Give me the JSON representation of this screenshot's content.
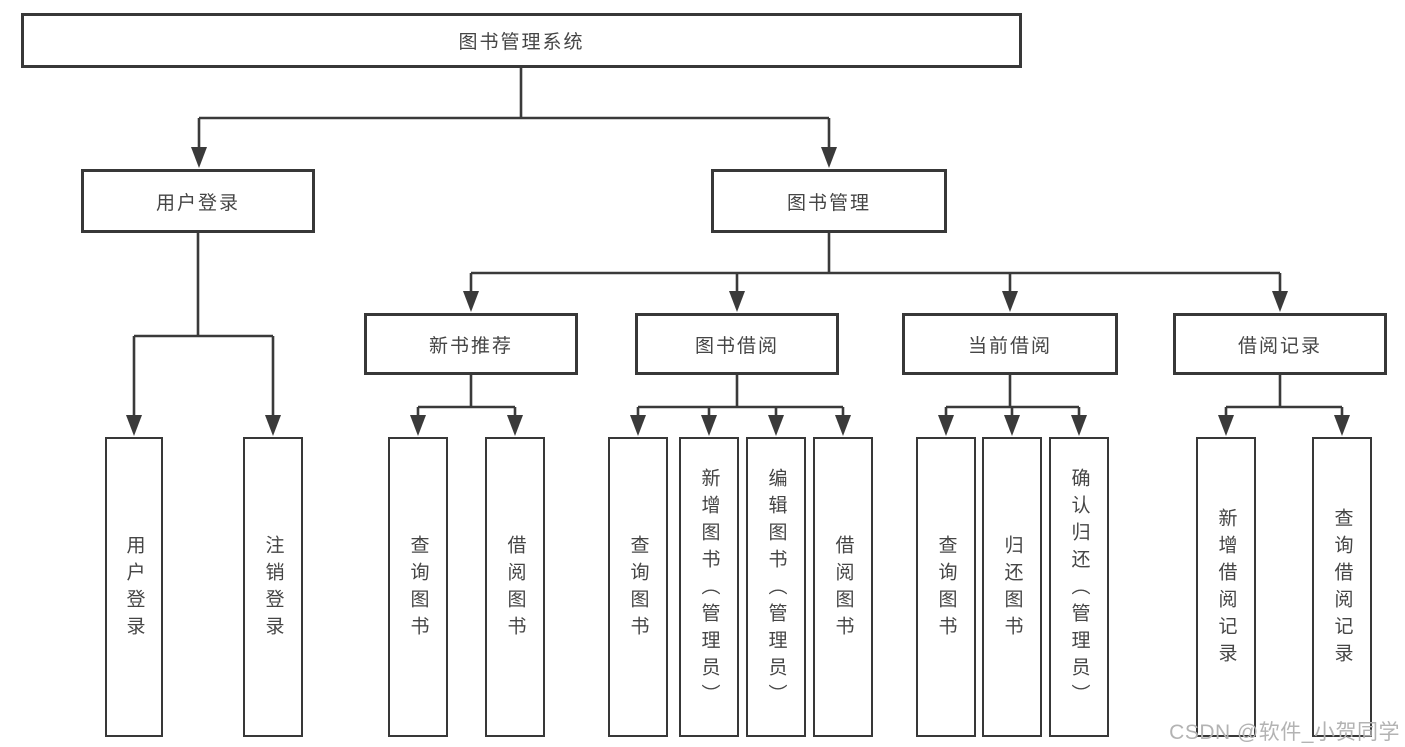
{
  "diagram": {
    "root": {
      "label": "图书管理系统"
    },
    "level1": {
      "user_login": {
        "label": "用户登录"
      },
      "book_management": {
        "label": "图书管理"
      }
    },
    "level2": {
      "new_book_recommend": {
        "label": "新书推荐"
      },
      "book_borrowing": {
        "label": "图书借阅"
      },
      "current_borrowing": {
        "label": "当前借阅"
      },
      "borrowing_records": {
        "label": "借阅记录"
      }
    },
    "leaves": {
      "user_login": {
        "label": "用户登录"
      },
      "logout": {
        "label": "注销登录"
      },
      "query_books_recommend": {
        "label": "查询图书"
      },
      "borrow_books_recommend": {
        "label": "借阅图书"
      },
      "query_books_borrowing": {
        "label": "查询图书"
      },
      "add_books_admin": {
        "label": "新增图书（管理员）"
      },
      "edit_books_admin": {
        "label": "编辑图书（管理员）"
      },
      "borrow_books_borrowing": {
        "label": "借阅图书"
      },
      "query_books_current": {
        "label": "查询图书"
      },
      "return_books": {
        "label": "归还图书"
      },
      "confirm_return_admin": {
        "label": "确认归还（管理员）"
      },
      "add_borrow_record": {
        "label": "新增借阅记录"
      },
      "query_borrow_record": {
        "label": "查询借阅记录"
      }
    }
  },
  "watermark": {
    "text": "CSDN @软件_小贺同学"
  },
  "colors": {
    "line": "#3a3a3a",
    "text": "#454545",
    "watermark": "#b3b3b3",
    "background": "#ffffff"
  }
}
